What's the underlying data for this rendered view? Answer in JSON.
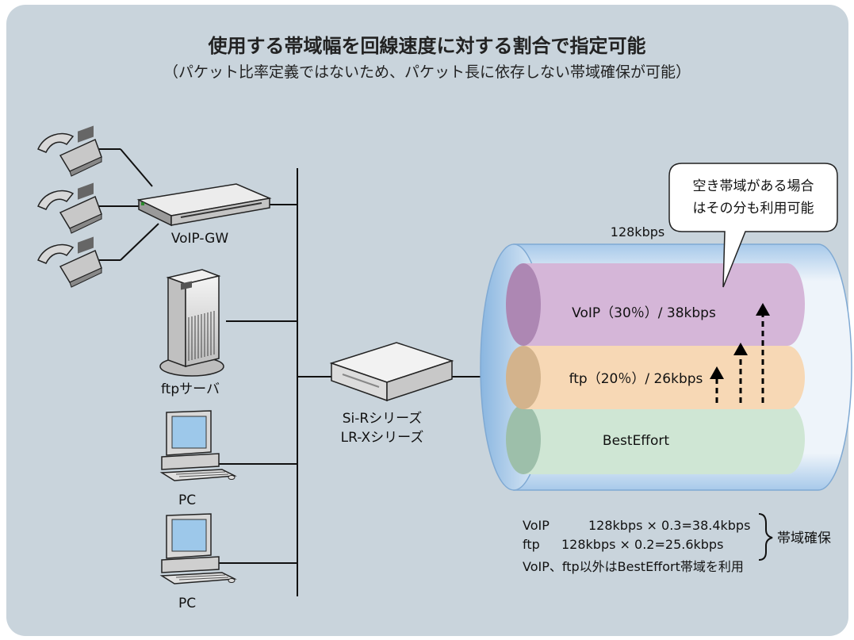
{
  "header": {
    "title": "使用する帯域幅を回線速度に対する割合で指定可能",
    "subtitle": "（パケット比率定義ではないため、パケット長に依存しない帯域確保が可能）"
  },
  "devices": {
    "voip_gw": "VoIP-GW",
    "ftp_server": "ftpサーバ",
    "pc1": "PC",
    "pc2": "PC",
    "router_line1": "Si-Rシリーズ",
    "router_line2": "LR-Xシリーズ"
  },
  "pipe": {
    "total": "128kbps",
    "voip": "VoIP（30％）/ 38kbps",
    "ftp": "ftp（20％）/ 26kbps",
    "best_effort": "BestEffort"
  },
  "callout": {
    "line1": "空き帯域がある場合",
    "line2": "はその分も利用可能"
  },
  "notes": {
    "voip_calc_label": "VoIP",
    "voip_calc": "128kbps × 0.3=38.4kbps",
    "ftp_calc_label": "ftp",
    "ftp_calc": "128kbps × 0.2=25.6kbps",
    "reserved": "帯域確保",
    "other": "VoIP、ftp以外はBestEffort帯域を利用"
  },
  "colors": {
    "panel": "#c9d4dc",
    "voip_band": "#d5b6d8",
    "ftp_band": "#f7d8b5",
    "best_effort_band": "#cfe6d4",
    "pipe_edge": "#9ec2e4"
  }
}
